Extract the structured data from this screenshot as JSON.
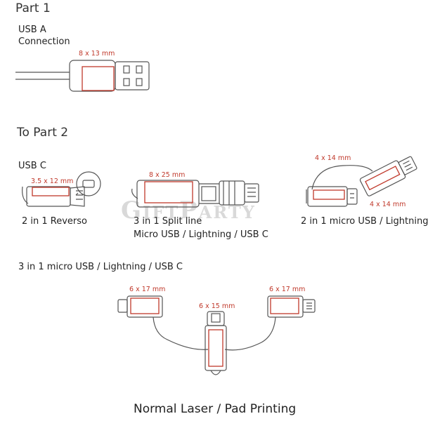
{
  "part1": {
    "heading": "Part 1",
    "usb_a_label": "USB A\nConnection",
    "usb_a_dim": "8 x 13 mm"
  },
  "part2": {
    "heading": "To Part 2",
    "usbc_label": "USB C",
    "reverso_dim": "3.5 x 12 mm",
    "reverso_label": "2 in 1 Reverso",
    "split_dim": "8 x 25 mm",
    "split_label_1": "3 in 1 Split line",
    "split_label_2": "Micro USB / Lightning / USB C",
    "micro_dim_1": "4 x 14 mm",
    "micro_dim_2": "4 x 14 mm",
    "micro_label": "2 in 1 micro USB / Lightning"
  },
  "part3": {
    "heading": "3 in 1 micro USB / Lightning / USB C",
    "dim_left": "6 x 17 mm",
    "dim_center": "6 x 15 mm",
    "dim_right": "6 x 17 mm"
  },
  "footer": "Normal Laser / Pad Printing",
  "watermark": "GIFTPARTY",
  "colors": {
    "accent": "#c0392b",
    "line": "#555555"
  }
}
